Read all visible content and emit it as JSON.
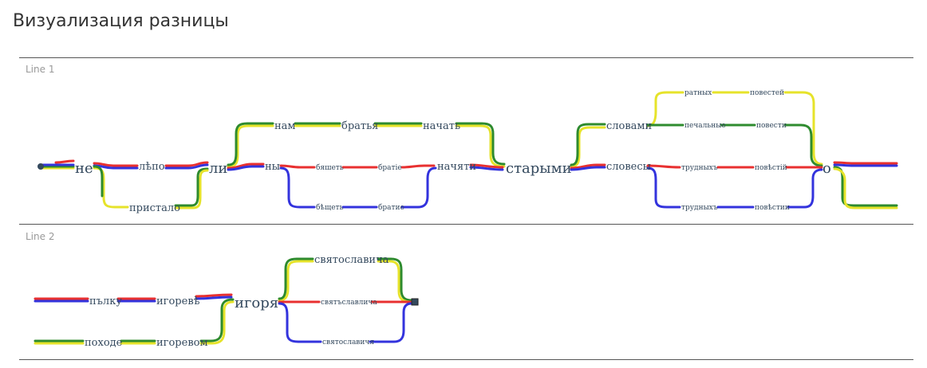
{
  "page": {
    "title": "Визуализация разницы"
  },
  "colors": {
    "yellow": "#e6e32a",
    "green": "#2e8b2e",
    "red": "#e83030",
    "blue": "#3333dd",
    "node": "#34495e",
    "rule": "#555555"
  },
  "line1": {
    "label": "Line 1",
    "words": {
      "ne": "не",
      "lepo": "лѣпо",
      "pristalo": "пристало",
      "li": "ли",
      "nam": "нам",
      "bratya": "братья",
      "nachat": "начать",
      "ny": "ны",
      "byashet": "бяшеть",
      "bratie1": "братіе",
      "byeshet": "бѣщеть",
      "bratie2": "братие",
      "nachyati": "начяти",
      "starymi": "старыми",
      "slovami": "словами",
      "slovesy": "словесы",
      "ratnykh": "ратных",
      "povestey": "повестей",
      "pechalnye": "печальные",
      "povesti": "повести",
      "trudnykh1": "трудныхъ",
      "povestiy": "повѣстій",
      "trudnykh2": "трудныхъ",
      "povestii": "повѣстии",
      "o": "о"
    }
  },
  "line2": {
    "label": "Line 2",
    "words": {
      "polku": "пълку",
      "igoreve": "игоревѣ",
      "pokhode": "походе",
      "igorevom": "игоревом",
      "igorya": "игоря",
      "svyatoslavicha": "святославича",
      "svyatslavlicha": "святъславлича",
      "svyatoslavichya": "святославичя"
    }
  }
}
